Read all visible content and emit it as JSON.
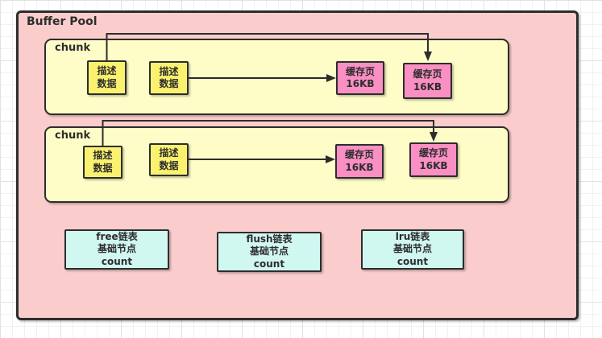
{
  "diagram": {
    "title": "Buffer Pool",
    "chunks": [
      {
        "label": "chunk",
        "desc_boxes": [
          {
            "line1": "描述",
            "line2": "数据"
          },
          {
            "line1": "描述",
            "line2": "数据"
          }
        ],
        "cache_boxes": [
          {
            "line1": "缓存页",
            "line2": "16KB"
          },
          {
            "line1": "缓存页",
            "line2": "16KB"
          }
        ]
      },
      {
        "label": "chunk",
        "desc_boxes": [
          {
            "line1": "描述",
            "line2": "数据"
          },
          {
            "line1": "描述",
            "line2": "数据"
          }
        ],
        "cache_boxes": [
          {
            "line1": "缓存页",
            "line2": "16KB"
          },
          {
            "line1": "缓存页",
            "line2": "16KB"
          }
        ]
      }
    ],
    "list_nodes": [
      {
        "line1": "free链表",
        "line2": "基础节点",
        "line3": "count"
      },
      {
        "line1": "flush链表",
        "line2": "基础节点",
        "line3": "count"
      },
      {
        "line1": "lru链表",
        "line2": "基础节点",
        "line3": "count"
      }
    ],
    "colors": {
      "buffer_pool_fill": "#FACDCC",
      "chunk_fill": "#FFFDC7",
      "desc_box_fill": "#FAF26E",
      "cache_box_fill": "#F98FC3",
      "list_box_fill": "#D1F7F1",
      "stroke": "#2D2D2D",
      "canvas_grid": "#E2E2E2"
    }
  }
}
